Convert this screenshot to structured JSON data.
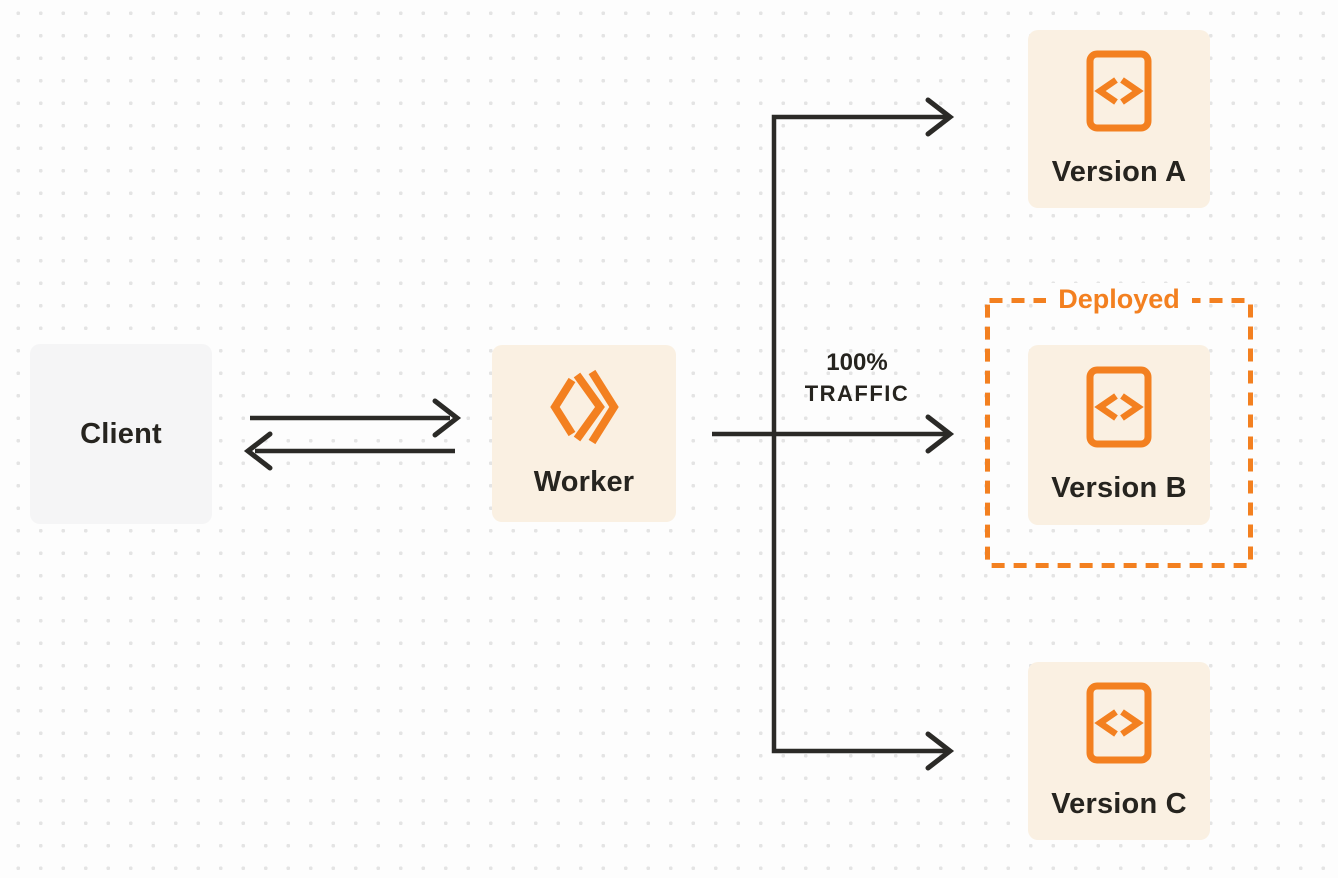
{
  "diagram": {
    "nodes": {
      "client": {
        "label": "Client"
      },
      "worker": {
        "label": "Worker",
        "icon": "cloudflare-workers-logo-icon"
      },
      "version_a": {
        "label": "Version A",
        "icon": "code-file-icon"
      },
      "version_b": {
        "label": "Version B",
        "icon": "code-file-icon"
      },
      "version_c": {
        "label": "Version C",
        "icon": "code-file-icon"
      }
    },
    "annotations": {
      "deployed": {
        "label": "Deployed"
      },
      "traffic": {
        "line1": "100%",
        "line2": "TRAFFIC"
      }
    },
    "edges": [
      {
        "from": "client",
        "to": "worker",
        "style": "arrow-right"
      },
      {
        "from": "worker",
        "to": "client",
        "style": "arrow-left"
      },
      {
        "from": "worker",
        "to": "version_a",
        "style": "arrow-right"
      },
      {
        "from": "worker",
        "to": "version_b",
        "style": "arrow-right",
        "label": "100% TRAFFIC"
      },
      {
        "from": "worker",
        "to": "version_c",
        "style": "arrow-right"
      }
    ],
    "colors": {
      "accent_orange": "#F38020",
      "node_fill_cream": "#FAF0E2",
      "client_fill_gray": "#F5F5F6",
      "arrow_dark": "#2B2A27",
      "text_dark": "#26241F",
      "background": "#FDFDFD",
      "dot_grid": "#E4E4E4"
    }
  }
}
